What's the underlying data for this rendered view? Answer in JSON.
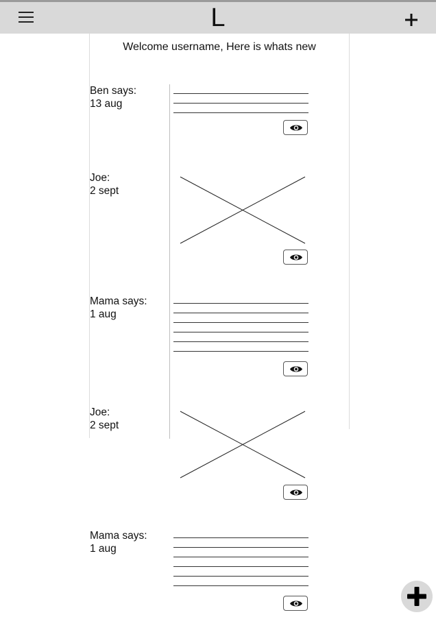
{
  "header": {
    "logo": "L",
    "menu_icon": "hamburger-icon",
    "add_icon": "plus-icon"
  },
  "welcome": {
    "text": "Welcome username,  Here is whats new"
  },
  "posts": [
    {
      "author": "Ben says:",
      "date": "13 aug",
      "kind": "text"
    },
    {
      "author": "Joe:",
      "date": "2 sept",
      "kind": "image"
    },
    {
      "author": "Mama says:",
      "date": "1 aug",
      "kind": "text"
    },
    {
      "author": "Joe:",
      "date": "2 sept",
      "kind": "image"
    },
    {
      "author": "Mama says:",
      "date": "1 aug",
      "kind": "text"
    }
  ],
  "view_icon": "eye-icon",
  "fab": {
    "icon": "plus-icon"
  },
  "colors": {
    "header_bg": "#d9d9d9",
    "fab_bg": "#d9d9d9",
    "text": "#111111"
  }
}
